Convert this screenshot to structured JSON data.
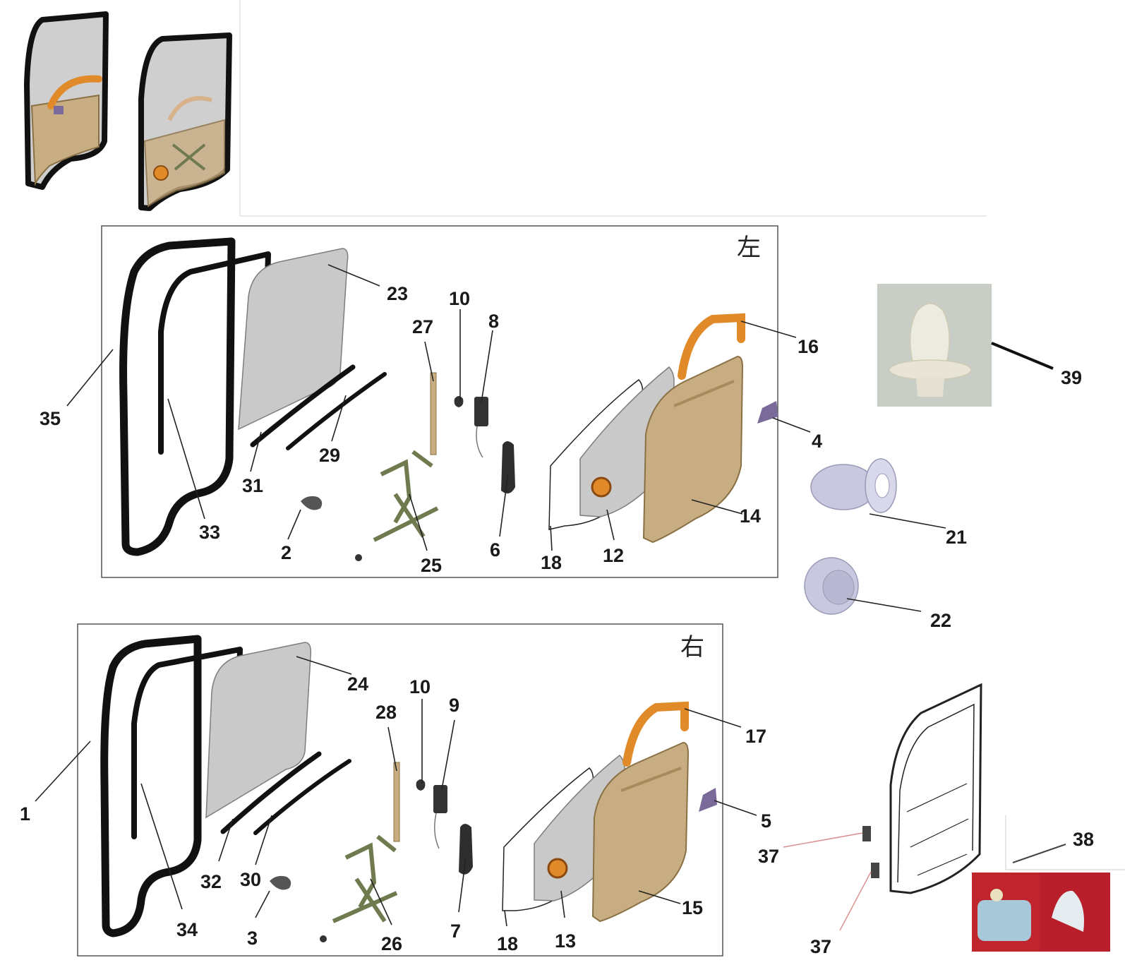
{
  "side_labels": {
    "left": "左",
    "right": "右"
  },
  "callouts": {
    "p1": "1",
    "p2": "2",
    "p3": "3",
    "p4": "4",
    "p5": "5",
    "p6": "6",
    "p7": "7",
    "p8": "8",
    "p9": "9",
    "p10a": "10",
    "p10b": "10",
    "p12": "12",
    "p13": "13",
    "p14": "14",
    "p15": "15",
    "p16": "16",
    "p17": "17",
    "p18a": "18",
    "p18b": "18",
    "p21": "21",
    "p22": "22",
    "p23": "23",
    "p24": "24",
    "p25": "25",
    "p26": "26",
    "p27": "27",
    "p28": "28",
    "p29": "29",
    "p30": "30",
    "p31": "31",
    "p32": "32",
    "p33": "33",
    "p34": "34",
    "p35": "35",
    "p37a": "37",
    "p37b": "37",
    "p38": "38",
    "p39": "39"
  },
  "colors": {
    "trim": "#c9ad82",
    "trim_dark": "#a88a5d",
    "handle": "#e08a2a",
    "glass": "#c9c9c9",
    "run_channel": "#8b2a2a",
    "regulator": "#6f7a4f",
    "bracket": "#7a6a9a",
    "bushing": "#c8c8de",
    "clip": "#e9e5d6"
  }
}
